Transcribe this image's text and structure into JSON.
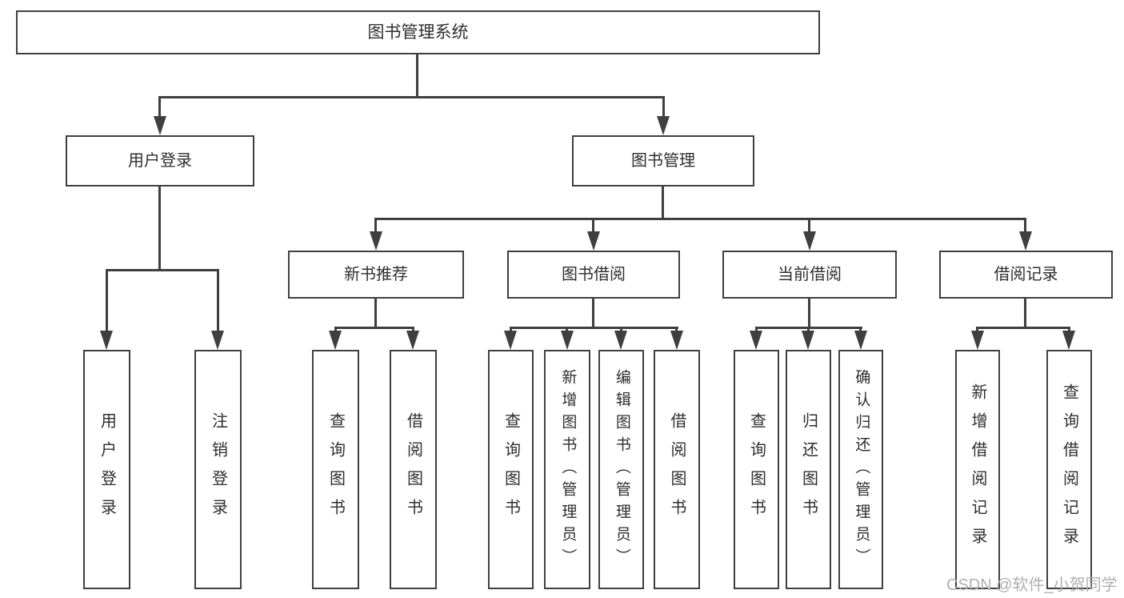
{
  "diagram": {
    "root": "图书管理系统",
    "level2": [
      "用户登录",
      "图书管理"
    ],
    "level3": [
      "新书推荐",
      "图书借阅",
      "当前借阅",
      "借阅记录"
    ],
    "leaves_user": [
      "用户登录",
      "注销登录"
    ],
    "leaves_newbook": [
      "查询图书",
      "借阅图书"
    ],
    "leaves_borrow": [
      "查询图书",
      "新增图书（管理员）",
      "编辑图书（管理员）",
      "借阅图书"
    ],
    "leaves_current": [
      "查询图书",
      "归还图书",
      "确认归还（管理员）"
    ],
    "leaves_record": [
      "新增借阅记录",
      "查询借阅记录"
    ]
  },
  "watermark": "CSDN @软件_小贺同学",
  "colors": {
    "line": "#3f3f3f",
    "text": "#2e2e2e",
    "watermark": "#b3aeae",
    "background": "#ffffff"
  }
}
